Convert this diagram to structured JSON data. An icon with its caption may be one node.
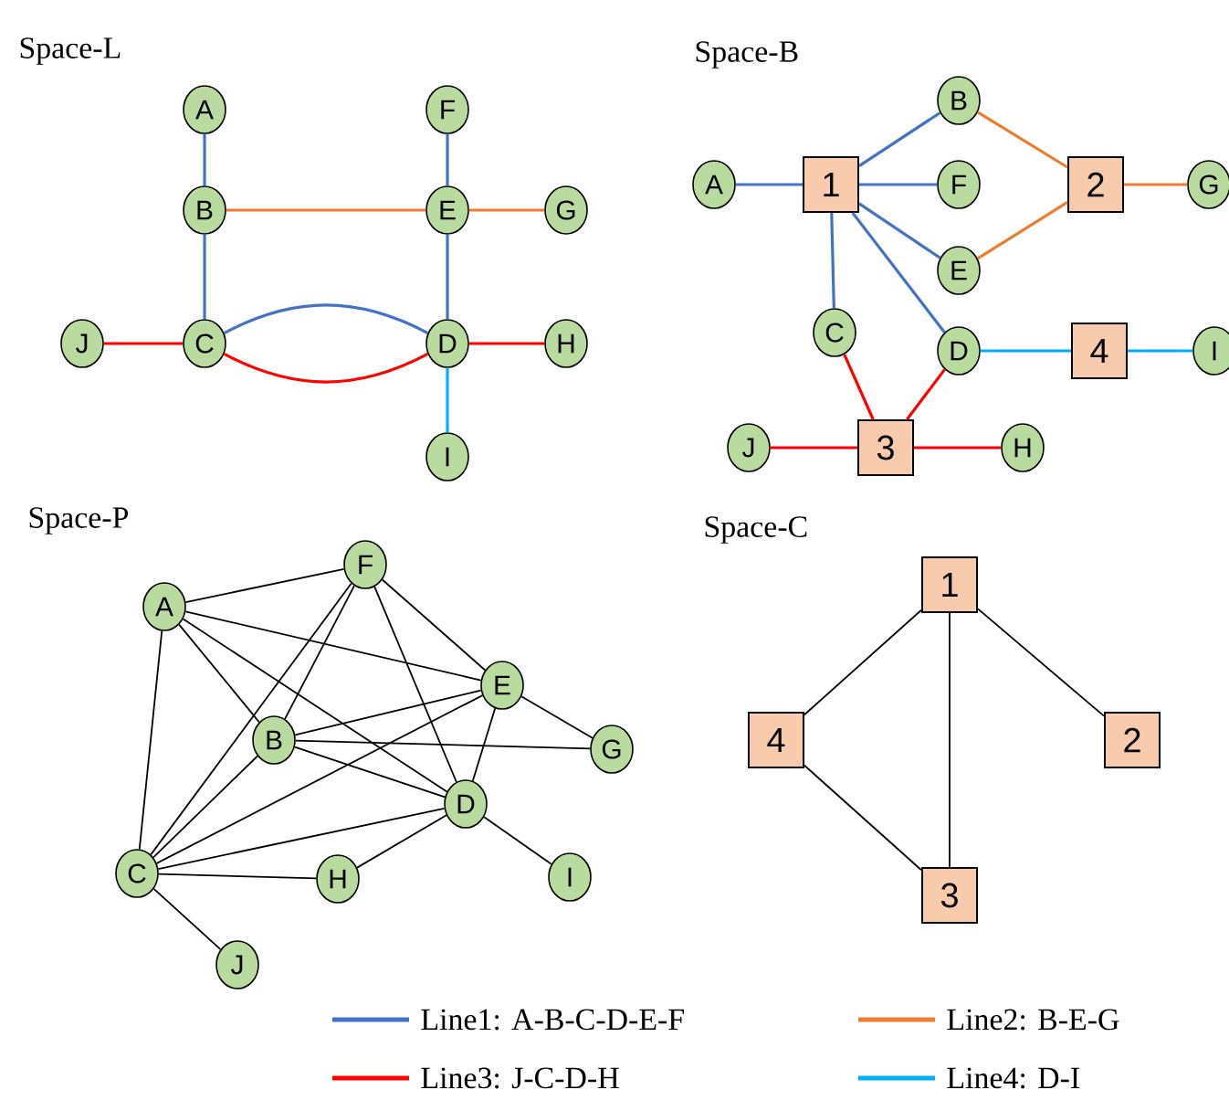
{
  "diagram": {
    "nodes": [
      {
        "text": [
          "A"
        ]
      },
      {
        "text": [
          "B"
        ]
      },
      {
        "text": [
          "C"
        ]
      },
      {
        "text": [
          "D"
        ]
      },
      {
        "text": [
          "E"
        ]
      },
      {
        "text": [
          "F"
        ]
      },
      {
        "text": [
          "G"
        ]
      },
      {
        "text": [
          "H"
        ]
      },
      {
        "text": [
          "I"
        ]
      },
      {
        "text": [
          "J"
        ]
      },
      {
        "text": [
          "A"
        ]
      },
      {
        "text": [
          "1"
        ]
      },
      {
        "text": [
          "B"
        ]
      },
      {
        "text": [
          "F"
        ]
      },
      {
        "text": [
          "E"
        ]
      },
      {
        "text": [
          "C"
        ]
      },
      {
        "text": [
          "D"
        ]
      },
      {
        "text": [
          "2"
        ]
      },
      {
        "text": [
          "G"
        ]
      },
      {
        "text": [
          "4"
        ]
      },
      {
        "text": [
          "I"
        ]
      },
      {
        "text": [
          "J"
        ]
      },
      {
        "text": [
          "3"
        ]
      },
      {
        "text": [
          "H"
        ]
      },
      {
        "text": [
          "A"
        ]
      },
      {
        "text": [
          "F"
        ]
      },
      {
        "text": [
          "E"
        ]
      },
      {
        "text": [
          "B"
        ]
      },
      {
        "text": [
          "G"
        ]
      },
      {
        "text": [
          "D"
        ]
      },
      {
        "text": [
          "C"
        ]
      },
      {
        "text": [
          "H"
        ]
      },
      {
        "text": [
          "I"
        ]
      },
      {
        "text": [
          "J"
        ]
      },
      {
        "text": [
          "1"
        ]
      },
      {
        "text": [
          "4"
        ]
      },
      {
        "text": [
          "2"
        ]
      },
      {
        "text": [
          "3"
        ]
      }
    ],
    "edges": [
      {
        "from": 0,
        "to": 1,
        "arrow": "none",
        "color": "#4472c4"
      },
      {
        "from": 1,
        "to": 2,
        "arrow": "none",
        "color": "#4472c4"
      },
      {
        "from": 2,
        "to": 3,
        "arrow": "none",
        "color": "#4472c4"
      },
      {
        "from": 3,
        "to": 4,
        "arrow": "none",
        "color": "#4472c4"
      },
      {
        "from": 4,
        "to": 5,
        "arrow": "none",
        "color": "#4472c4"
      },
      {
        "from": 1,
        "to": 4,
        "arrow": "none",
        "color": "#ed7d31"
      },
      {
        "from": 4,
        "to": 6,
        "arrow": "none",
        "color": "#ed7d31"
      },
      {
        "from": 9,
        "to": 2,
        "arrow": "none",
        "color": "#ff0000"
      },
      {
        "from": 2,
        "to": 3,
        "arrow": "none",
        "color": "#ff0000"
      },
      {
        "from": 3,
        "to": 7,
        "arrow": "none",
        "color": "#ff0000"
      },
      {
        "from": 3,
        "to": 8,
        "arrow": "none",
        "color": "#00b0f0"
      },
      {
        "from": 10,
        "to": 11,
        "arrow": "none",
        "color": "#4472c4"
      },
      {
        "from": 11,
        "to": 12,
        "arrow": "none",
        "color": "#4472c4"
      },
      {
        "from": 11,
        "to": 13,
        "arrow": "none",
        "color": "#4472c4"
      },
      {
        "from": 11,
        "to": 14,
        "arrow": "none",
        "color": "#4472c4"
      },
      {
        "from": 11,
        "to": 16,
        "arrow": "none",
        "color": "#4472c4"
      },
      {
        "from": 11,
        "to": 15,
        "arrow": "none",
        "color": "#4472c4"
      },
      {
        "from": 12,
        "to": 17,
        "arrow": "none",
        "color": "#ed7d31"
      },
      {
        "from": 14,
        "to": 17,
        "arrow": "none",
        "color": "#ed7d31"
      },
      {
        "from": 17,
        "to": 18,
        "arrow": "none",
        "color": "#ed7d31"
      },
      {
        "from": 16,
        "to": 19,
        "arrow": "none",
        "color": "#00b0f0"
      },
      {
        "from": 19,
        "to": 20,
        "arrow": "none",
        "color": "#00b0f0"
      },
      {
        "from": 15,
        "to": 22,
        "arrow": "none",
        "color": "#ff0000"
      },
      {
        "from": 22,
        "to": 16,
        "arrow": "none",
        "color": "#ff0000"
      },
      {
        "from": 21,
        "to": 22,
        "arrow": "none",
        "color": "#ff0000"
      },
      {
        "from": 22,
        "to": 23,
        "arrow": "none",
        "color": "#ff0000"
      },
      {
        "from": 24,
        "to": 25,
        "arrow": "none"
      },
      {
        "from": 24,
        "to": 26,
        "arrow": "none"
      },
      {
        "from": 24,
        "to": 29,
        "arrow": "none"
      },
      {
        "from": 24,
        "to": 27,
        "arrow": "none"
      },
      {
        "from": 24,
        "to": 30,
        "arrow": "none"
      },
      {
        "from": 25,
        "to": 27,
        "arrow": "none"
      },
      {
        "from": 25,
        "to": 30,
        "arrow": "none"
      },
      {
        "from": 25,
        "to": 29,
        "arrow": "none"
      },
      {
        "from": 25,
        "to": 26,
        "arrow": "none"
      },
      {
        "from": 26,
        "to": 27,
        "arrow": "none"
      },
      {
        "from": 26,
        "to": 30,
        "arrow": "none"
      },
      {
        "from": 26,
        "to": 28,
        "arrow": "none"
      },
      {
        "from": 26,
        "to": 29,
        "arrow": "none"
      },
      {
        "from": 27,
        "to": 28,
        "arrow": "none"
      },
      {
        "from": 27,
        "to": 29,
        "arrow": "none"
      },
      {
        "from": 27,
        "to": 30,
        "arrow": "none"
      },
      {
        "from": 30,
        "to": 29,
        "arrow": "none"
      },
      {
        "from": 30,
        "to": 31,
        "arrow": "none"
      },
      {
        "from": 30,
        "to": 33,
        "arrow": "none"
      },
      {
        "from": 31,
        "to": 29,
        "arrow": "none"
      },
      {
        "from": 29,
        "to": 32,
        "arrow": "none"
      },
      {
        "from": 34,
        "to": 35,
        "arrow": "none"
      },
      {
        "from": 34,
        "to": 37,
        "arrow": "none"
      },
      {
        "from": 34,
        "to": 36,
        "arrow": "none"
      },
      {
        "from": 35,
        "to": 37,
        "arrow": "none"
      }
    ],
    "labels": [
      "Space-L",
      "Space-B",
      "Space-P",
      "Space-C"
    ],
    "legend": [
      {
        "text": "Line1: A-B-C-D-E-F",
        "color": "#4472c4"
      },
      {
        "text": "Line2: B-E-G",
        "color": "#ed7d31"
      },
      {
        "text": "Line3: J-C-D-H",
        "color": "#ff0000"
      },
      {
        "text": "Line4: D-I",
        "color": "#00b0f0"
      }
    ]
  }
}
